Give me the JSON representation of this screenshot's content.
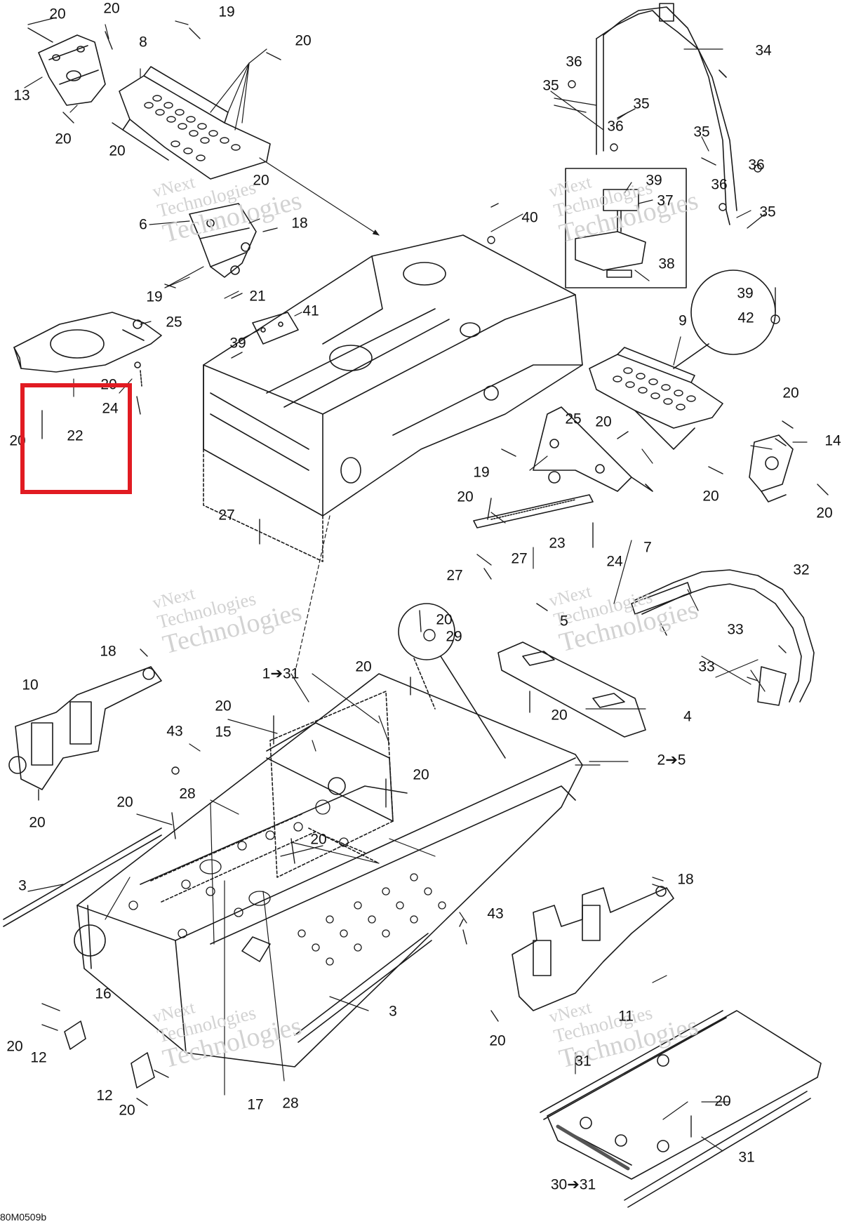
{
  "diagram": {
    "drawing_code": "80M0509b",
    "watermark": {
      "line1": "vNext",
      "line2": "Technologies",
      "line3": "Technologies",
      "inline": "vNext Technologies"
    },
    "highlight_color": "#e11b22",
    "labels": [
      {
        "id": "l1",
        "text": "20"
      },
      {
        "id": "l2",
        "text": "20"
      },
      {
        "id": "l3",
        "text": "19"
      },
      {
        "id": "l4",
        "text": "8"
      },
      {
        "id": "l5",
        "text": "20"
      },
      {
        "id": "l6",
        "text": "13"
      },
      {
        "id": "l7",
        "text": "20"
      },
      {
        "id": "l8",
        "text": "20"
      },
      {
        "id": "l9",
        "text": "20"
      },
      {
        "id": "l10",
        "text": "6"
      },
      {
        "id": "l11",
        "text": "18"
      },
      {
        "id": "l12",
        "text": "19"
      },
      {
        "id": "l13",
        "text": "21"
      },
      {
        "id": "l14",
        "text": "25"
      },
      {
        "id": "l15",
        "text": "20"
      },
      {
        "id": "l16",
        "text": "24"
      },
      {
        "id": "l17",
        "text": "20"
      },
      {
        "id": "l18",
        "text": "22"
      },
      {
        "id": "l19",
        "text": "41"
      },
      {
        "id": "l20",
        "text": "39"
      },
      {
        "id": "l21",
        "text": "27"
      },
      {
        "id": "l22",
        "text": "40"
      },
      {
        "id": "l23",
        "text": "34"
      },
      {
        "id": "l24",
        "text": "36"
      },
      {
        "id": "l25",
        "text": "35"
      },
      {
        "id": "l26",
        "text": "35"
      },
      {
        "id": "l27",
        "text": "36"
      },
      {
        "id": "l28",
        "text": "35"
      },
      {
        "id": "l29",
        "text": "36"
      },
      {
        "id": "l30",
        "text": "36"
      },
      {
        "id": "l31",
        "text": "35"
      },
      {
        "id": "l32",
        "text": "39"
      },
      {
        "id": "l33",
        "text": "37"
      },
      {
        "id": "l34",
        "text": "38"
      },
      {
        "id": "l35",
        "text": "39"
      },
      {
        "id": "l36",
        "text": "42"
      },
      {
        "id": "l37",
        "text": "9"
      },
      {
        "id": "l38",
        "text": "25"
      },
      {
        "id": "l39",
        "text": "20"
      },
      {
        "id": "l40",
        "text": "20"
      },
      {
        "id": "l41",
        "text": "14"
      },
      {
        "id": "l42",
        "text": "19"
      },
      {
        "id": "l43",
        "text": "20"
      },
      {
        "id": "l44",
        "text": "20"
      },
      {
        "id": "l45",
        "text": "20"
      },
      {
        "id": "l46",
        "text": "23"
      },
      {
        "id": "l47",
        "text": "7"
      },
      {
        "id": "l48",
        "text": "27"
      },
      {
        "id": "l49",
        "text": "27"
      },
      {
        "id": "l50",
        "text": "24"
      },
      {
        "id": "l51",
        "text": "32"
      },
      {
        "id": "l52",
        "text": "5"
      },
      {
        "id": "l53",
        "text": "33"
      },
      {
        "id": "l54",
        "text": "33"
      },
      {
        "id": "l55",
        "text": "20"
      },
      {
        "id": "l56",
        "text": "29"
      },
      {
        "id": "l57",
        "text": "18"
      },
      {
        "id": "l58",
        "text": "10"
      },
      {
        "id": "l59",
        "text": "1➔31"
      },
      {
        "id": "l60",
        "text": "20"
      },
      {
        "id": "l61",
        "text": "20"
      },
      {
        "id": "l62",
        "text": "15"
      },
      {
        "id": "l63",
        "text": "43"
      },
      {
        "id": "l64",
        "text": "20"
      },
      {
        "id": "l65",
        "text": "4"
      },
      {
        "id": "l66",
        "text": "2➔5"
      },
      {
        "id": "l67",
        "text": "20"
      },
      {
        "id": "l68",
        "text": "20"
      },
      {
        "id": "l69",
        "text": "28"
      },
      {
        "id": "l70",
        "text": "20"
      },
      {
        "id": "l71",
        "text": "3"
      },
      {
        "id": "l72",
        "text": "16"
      },
      {
        "id": "l73",
        "text": "43"
      },
      {
        "id": "l74",
        "text": "18"
      },
      {
        "id": "l75",
        "text": "3"
      },
      {
        "id": "l76",
        "text": "20"
      },
      {
        "id": "l77",
        "text": "12"
      },
      {
        "id": "l78",
        "text": "12"
      },
      {
        "id": "l79",
        "text": "20"
      },
      {
        "id": "l80",
        "text": "17"
      },
      {
        "id": "l81",
        "text": "28"
      },
      {
        "id": "l82",
        "text": "20"
      },
      {
        "id": "l83",
        "text": "11"
      },
      {
        "id": "l84",
        "text": "31"
      },
      {
        "id": "l85",
        "text": "20"
      },
      {
        "id": "l86",
        "text": "31"
      },
      {
        "id": "l87",
        "text": "30➔31"
      },
      {
        "id": "l88",
        "text": "20"
      }
    ]
  }
}
